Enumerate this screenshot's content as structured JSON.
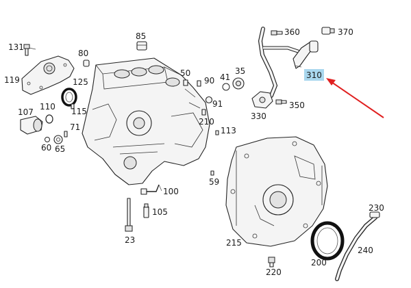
{
  "labels": {
    "p131": "131",
    "p119": "119",
    "p80": "80",
    "p125": "125",
    "p107": "107",
    "p110": "110",
    "p115": "115",
    "p71": "71",
    "p60": "60",
    "p65": "65",
    "p85": "85",
    "p50": "50",
    "p90": "90",
    "p41": "41",
    "p35": "35",
    "p91": "91",
    "p210": "210",
    "p113": "113",
    "p59": "59",
    "p360": "360",
    "p370": "370",
    "p310": "310",
    "p350": "350",
    "p330": "330",
    "p100": "100",
    "p105": "105",
    "p23": "23",
    "p215": "215",
    "p200": "200",
    "p220": "220",
    "p230": "230",
    "p240": "240"
  },
  "highlight": {
    "part": "310",
    "box_color": "#a9d7ee",
    "arrow_color": "#e02020"
  }
}
